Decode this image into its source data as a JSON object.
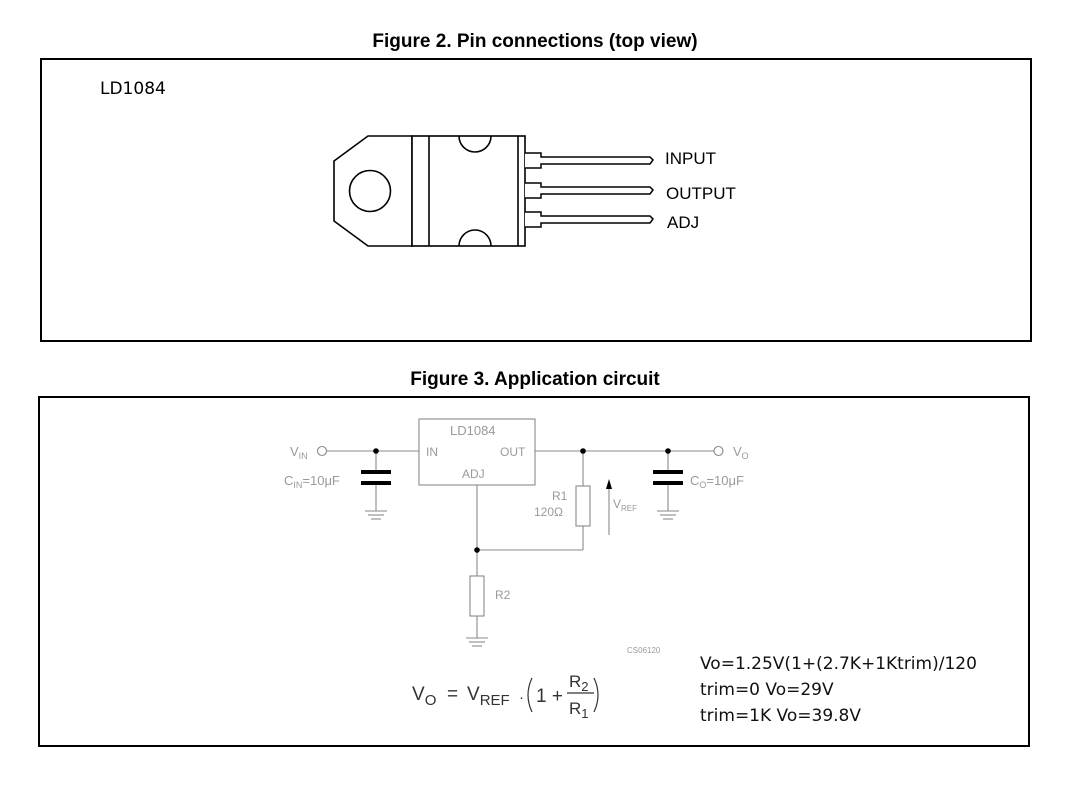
{
  "figure2": {
    "title": "Figure 2. Pin connections (top view)",
    "part_label": "LD1084",
    "pins": [
      "INPUT",
      "OUTPUT",
      "ADJ"
    ]
  },
  "figure3": {
    "title": "Figure 3. Application circuit",
    "ic": {
      "name": "LD1084",
      "pin_in": "IN",
      "pin_out": "OUT",
      "pin_adj": "ADJ"
    },
    "vin": {
      "main": "V",
      "sub": "IN"
    },
    "cin": {
      "main": "C",
      "sub": "IN",
      "value": "=10μF"
    },
    "vo": {
      "main": "V",
      "sub": "O"
    },
    "co": {
      "main": "C",
      "sub": "O",
      "value": "=10μF"
    },
    "r1": {
      "name": "R1",
      "value": "120Ω"
    },
    "vref": {
      "main": "V",
      "sub": "REF"
    },
    "r2": {
      "name": "R2"
    },
    "drawing_code": "CS06120",
    "equation": {
      "vo_main": "V",
      "vo_sub": "O",
      "equals": "=",
      "vref_main": "V",
      "vref_sub": "REF",
      "dot": "·",
      "one_plus": "1 +",
      "num_main": "R",
      "num_sub": "2",
      "den_main": "R",
      "den_sub": "1"
    },
    "notes": [
      "Vo=1.25V(1+(2.7K+1Ktrim)/120",
      "trim=0  Vo=29V",
      "trim=1K Vo=39.8V"
    ]
  }
}
